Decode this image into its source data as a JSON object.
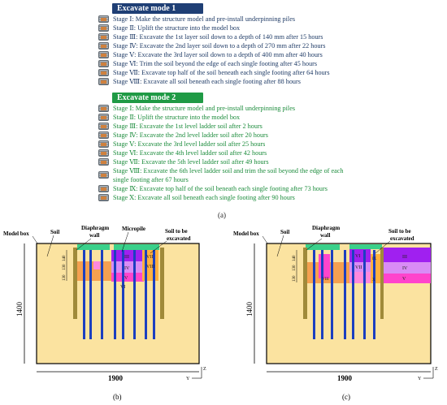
{
  "mode1": {
    "title": "Excavate mode 1",
    "stages": [
      "Stage Ⅰ: Make the structure model and pre-install underpinning piles",
      "Stage Ⅱ: Uplift the structure into the model box",
      "Stage Ⅲ: Excavate the 1st layer soil down to a depth of 140 mm after 15 hours",
      "Stage Ⅳ: Excavate the 2nd layer soil down to a depth of 270 mm after 22 hours",
      "Stage Ⅴ: Excavate the 3rd layer soil down to a depth of 400 mm after 40 hours",
      "Stage Ⅵ: Trim the soil beyond the edge of each single footing after 45 hours",
      "Stage Ⅶ: Excavate top half of the soil beneath each single footing after 64 hours",
      "Stage Ⅷ: Excavate all soil beneath each single footing after 88 hours"
    ]
  },
  "mode2": {
    "title": "Excavate mode 2",
    "stages": [
      "Stage Ⅰ: Make the structure model and pre-install underpinning piles",
      "Stage Ⅱ: Uplift the structure into the model box",
      "Stage Ⅲ: Excavate the 1st level ladder soil after 2 hours",
      "Stage Ⅳ: Excavate the 2nd level ladder soil after 20 hours",
      "Stage Ⅴ: Excavate the 3rd level ladder soil after 25 hours",
      "Stage Ⅵ: Excavate the 4th level ladder soil after 42 hours",
      "Stage Ⅶ: Excavate the 5th level ladder soil after 49 hours",
      "Stage Ⅷ: Excavate the 6th level ladder soil and trim the soil beyond the edge of each single footing after 67 hours",
      "Stage Ⅸ: Excavate top half of the soil beneath each single footing after 73 hours",
      "Stage Ⅹ: Excavate all soil beneath each single footing after 90 hours"
    ]
  },
  "panels": {
    "a": "(a)",
    "b": "(b)",
    "c": "(c)"
  },
  "labels": {
    "model_box": "Model box",
    "soil": "Soil",
    "diaphragm_wall": "Diaphragm wall",
    "diaphragm_1": "Diaphragm",
    "diaphragm_2": "wall",
    "micropile": "Micropile",
    "to_excavate_1": "Soil to be",
    "to_excavate_2": "excavated",
    "width": "1900",
    "height": "1400",
    "dim_140": "140",
    "dim_130a": "130",
    "dim_130b": "130",
    "axis_z": "Z",
    "axis_y": "Y",
    "b_layers": [
      "III",
      "IV",
      "V",
      "VI",
      "VII",
      "VIII"
    ],
    "c_layers": [
      "III",
      "IV",
      "V",
      "VI",
      "VII",
      "VIII",
      "IX",
      "X"
    ]
  },
  "colors": {
    "soil": "#fbe3a0",
    "footing": "#3ad08a",
    "layer3": "#a020f0",
    "layer4": "#d98cf5",
    "layer5": "#ff44cc",
    "orange": "#f5a050",
    "pile": "#1c3fc0",
    "wall": "#a08a3a",
    "mode1_header": "#1f3f75",
    "mode2_header": "#1f9a45"
  }
}
